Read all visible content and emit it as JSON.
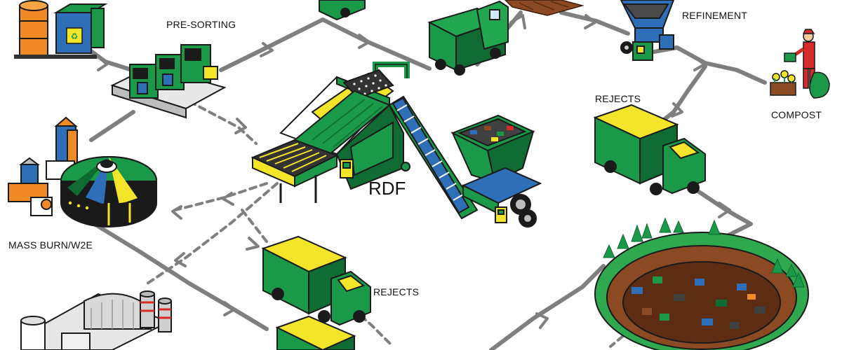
{
  "diagram": {
    "labels": {
      "pre_sorting": "PRE-SORTING",
      "refinement": "REFINEMENT",
      "rejects_top": "REJECTS",
      "compost": "COMPOST",
      "rdf": "RDF",
      "mass_burn": "MASS BURN/W2E",
      "rejects_bottom": "REJECTS"
    },
    "colors": {
      "green": "#1a9a49",
      "dark_green": "#0f6b32",
      "yellow": "#f2e52a",
      "blue": "#2f6fb8",
      "orange": "#f08a24",
      "road_gray": "#808080",
      "dark": "#1a1a1a",
      "brown": "#8b4a23",
      "red": "#d62b2b"
    }
  }
}
